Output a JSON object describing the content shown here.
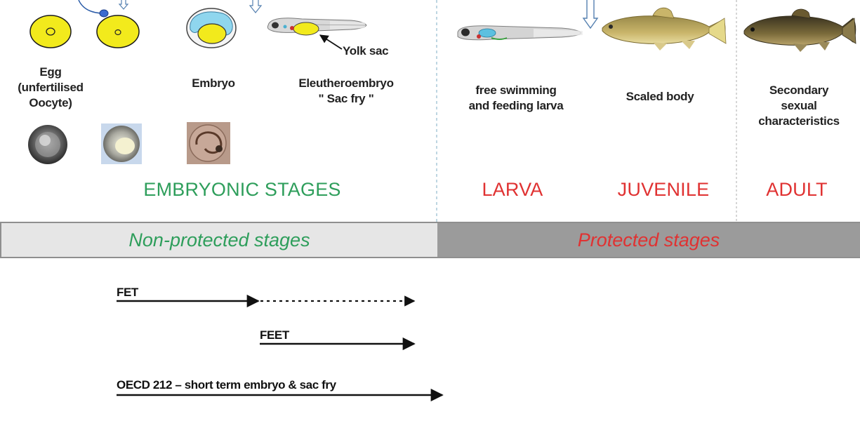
{
  "stages": {
    "egg": "Egg\n(unfertilised\nOocyte)",
    "embryo": "Embryo",
    "eleuthero": "Eleutheroembryo\n\" Sac fry \"",
    "yolk_sac": "Yolk sac",
    "larva_desc": "free swimming\nand feeding larva",
    "juvenile_desc": "Scaled body",
    "adult_desc": "Secondary\nsexual\ncharacteristics"
  },
  "categories": {
    "embryonic": "EMBRYONIC STAGES",
    "larva": "LARVA",
    "juvenile": "JUVENILE",
    "adult": "ADULT"
  },
  "bands": {
    "non_protected": "Non-protected stages",
    "protected": "Protected stages"
  },
  "tests": {
    "fet": "FET",
    "feet": "FEET",
    "oecd": "OECD 212 – short term embryo & sac fry"
  },
  "colors": {
    "green": "#2e9e5b",
    "red": "#e03232",
    "yolk": "#f2ea1c",
    "band_light": "#e6e6e6",
    "band_dark": "#9b9b9b"
  }
}
